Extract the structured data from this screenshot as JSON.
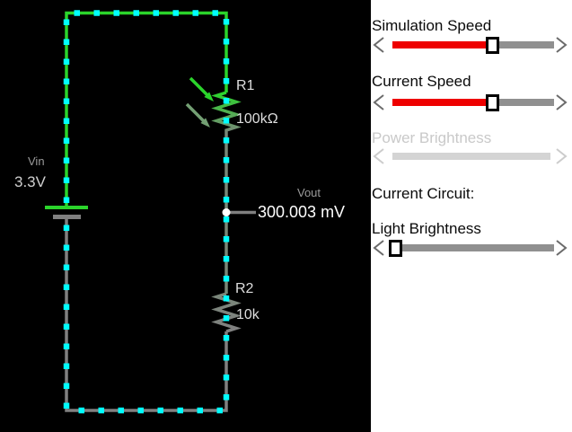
{
  "app": {
    "name": "circuit-simulator"
  },
  "canvas": {
    "background": "#000000",
    "circuit": {
      "power_source": {
        "label": "Vin",
        "value": "3.3V"
      },
      "photoresistor": {
        "label": "R1",
        "value": "100kΩ"
      },
      "resistor": {
        "label": "R2",
        "value": "10k"
      },
      "output_probe": {
        "label": "Vout",
        "value": "300.003 mV"
      }
    },
    "colors": {
      "wire_positive_green": "#2bd42b",
      "wire_low_gray_green": "#788878",
      "wire_neutral_gray": "#808080",
      "current_dot_cyan": "#00ffff",
      "probe_node_white": "#ffffff",
      "label_gray": "#9a9a9a",
      "value_white": "#ffffff"
    }
  },
  "panel": {
    "background": "#ffffff",
    "section_label": "Current Circuit:",
    "sliders": {
      "simulation_speed": {
        "label": "Simulation Speed",
        "enabled": true,
        "value_pct": 62,
        "fill_color": "#ee0000"
      },
      "current_speed": {
        "label": "Current Speed",
        "enabled": true,
        "value_pct": 62,
        "fill_color": "#ee0000"
      },
      "power_brightness": {
        "label": "Power Brightness",
        "enabled": false,
        "value_pct": null
      },
      "light_brightness": {
        "label": "Light Brightness",
        "enabled": true,
        "value_pct": 0
      }
    },
    "colors": {
      "slider_fill_red": "#ee0000",
      "slider_track_gray": "#909090",
      "slider_disabled_gray": "#d4d4d4",
      "arrow_gray": "#6b6b6b",
      "arrow_disabled": "#cccccc"
    }
  }
}
